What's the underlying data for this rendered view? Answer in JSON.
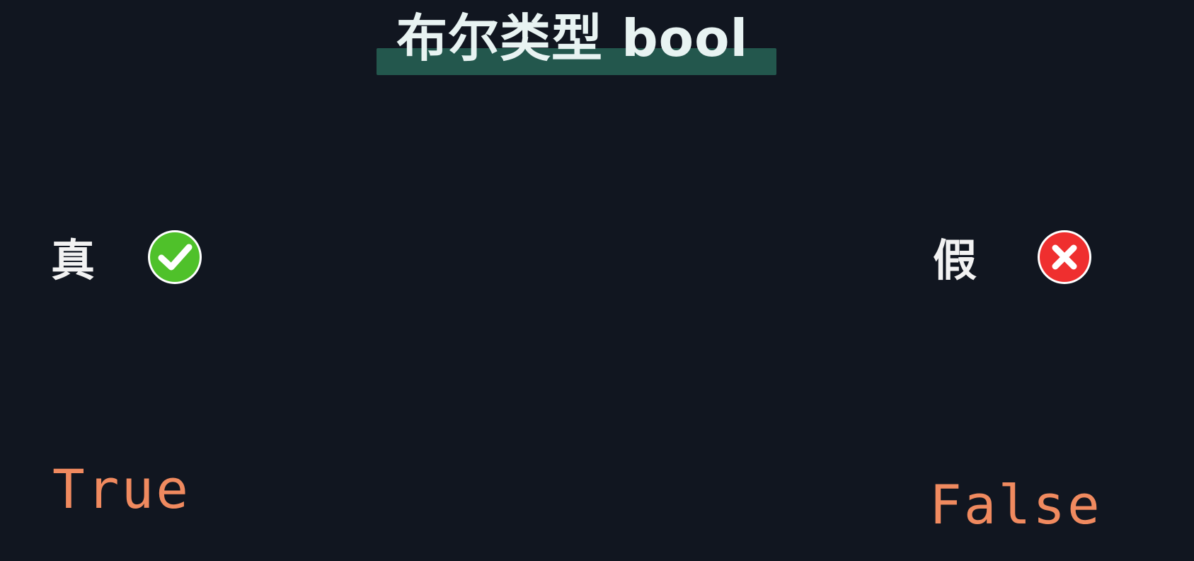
{
  "title": {
    "text": "布尔类型 bool",
    "highlight_color": "#23574d"
  },
  "boolean_values": {
    "true": {
      "label": "真",
      "icon": "check-circle-icon",
      "icon_color": "#4fc12a",
      "code": "True"
    },
    "false": {
      "label": "假",
      "icon": "close-circle-icon",
      "icon_color": "#ef2f2f",
      "code": "False"
    }
  },
  "colors": {
    "background": "#111620",
    "text": "#f2f2f2",
    "code": "#f08a5f"
  }
}
